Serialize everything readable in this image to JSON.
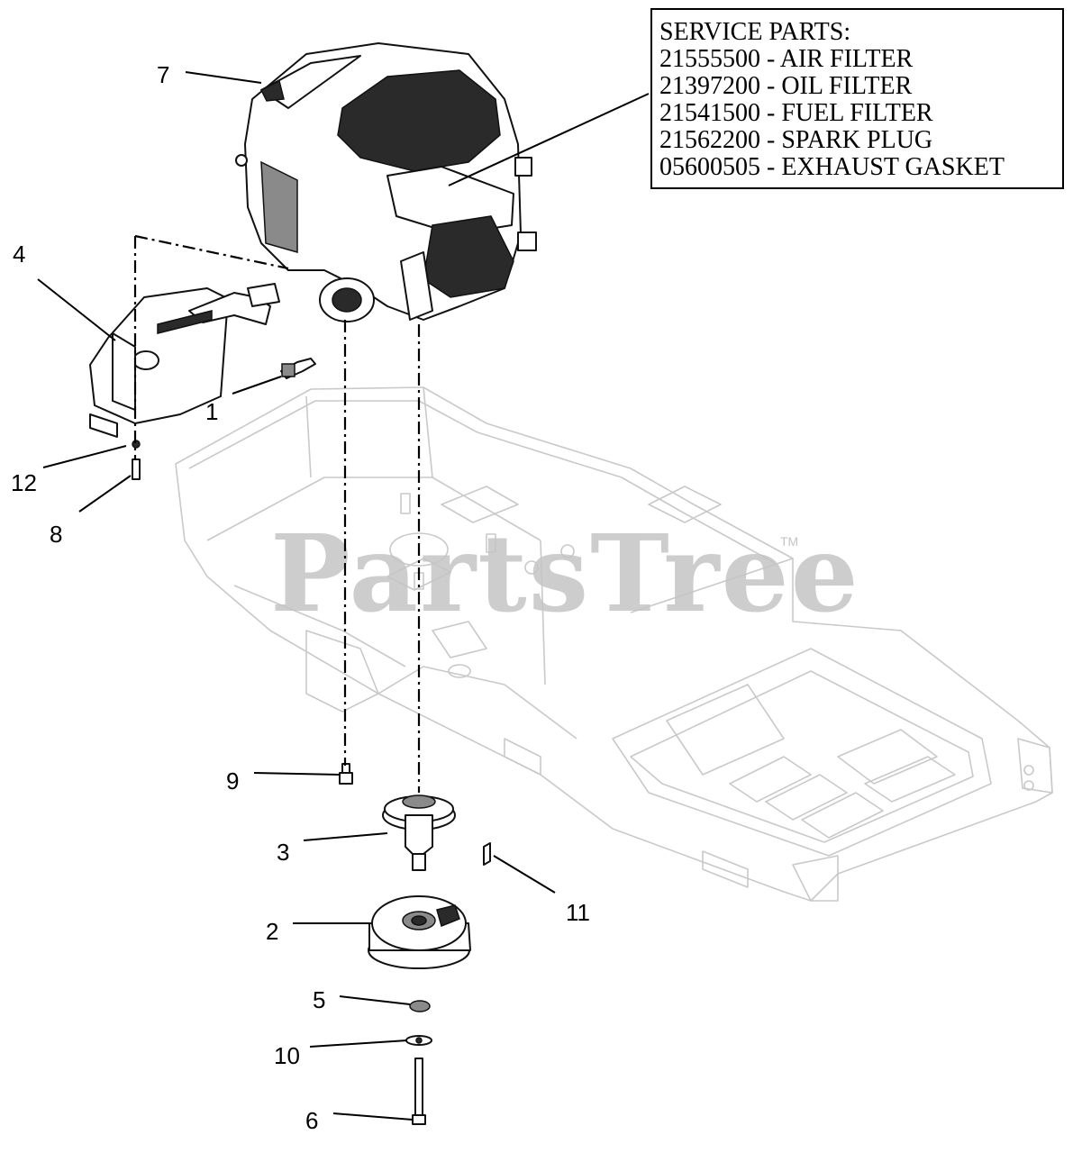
{
  "service_parts": {
    "title": "SERVICE PARTS:",
    "items": [
      "21555500 - AIR FILTER",
      "21397200 - OIL FILTER",
      "21541500 - FUEL FILTER",
      "21562200 - SPARK PLUG",
      "05600505 - EXHAUST GASKET"
    ]
  },
  "callouts": {
    "c1": "1",
    "c2": "2",
    "c3": "3",
    "c4": "4",
    "c5": "5",
    "c6": "6",
    "c7": "7",
    "c8": "8",
    "c9": "9",
    "c10": "10",
    "c11": "11",
    "c12": "12"
  },
  "watermark": {
    "text": "PartsTree",
    "trademark": "TM"
  }
}
